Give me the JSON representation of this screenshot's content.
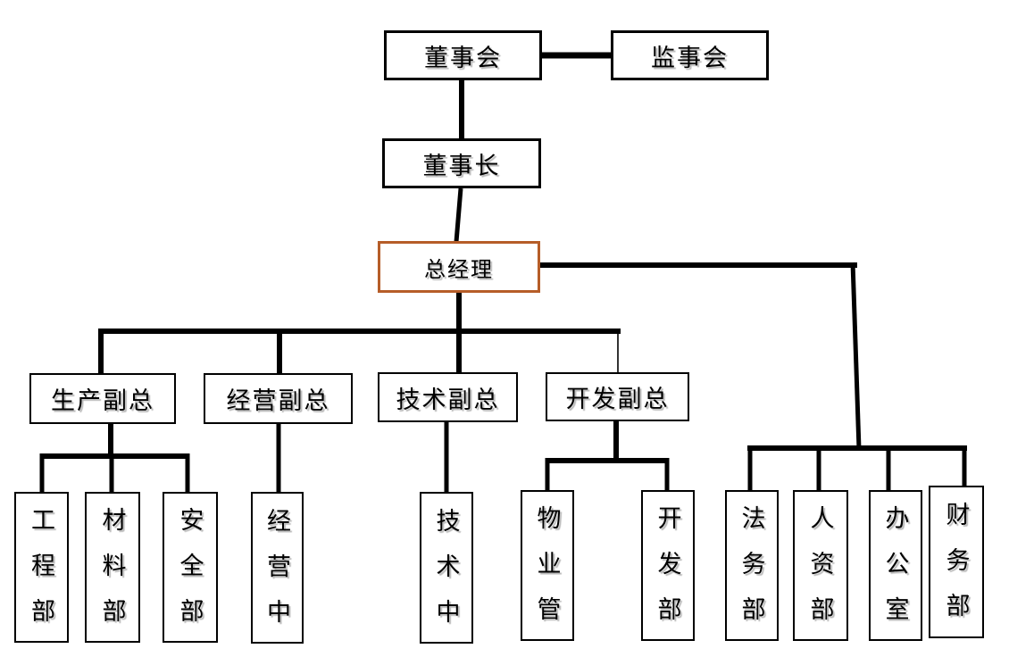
{
  "diagram": {
    "type": "organizational-chart",
    "language": "zh-CN",
    "colors": {
      "background": "#FFFFFF",
      "line": "#000000",
      "box_border": "#000000",
      "general_manager_border": "#B65D28",
      "text": "#000000"
    },
    "board": "董事会",
    "supervisory": "监事会",
    "chairman": "董事长",
    "general_manager": "总经理",
    "vps": [
      "生产副总",
      "经营副总",
      "技术副总",
      "开发副总"
    ],
    "depts": {
      "production": [
        "工程部",
        "材料部",
        "安全部"
      ],
      "operations": [
        "经营中"
      ],
      "technology": [
        "技术中"
      ],
      "development": [
        "物业管",
        "开发部"
      ],
      "gm_direct": [
        "法务部",
        "人资部",
        "办公室",
        "财务部"
      ]
    }
  }
}
